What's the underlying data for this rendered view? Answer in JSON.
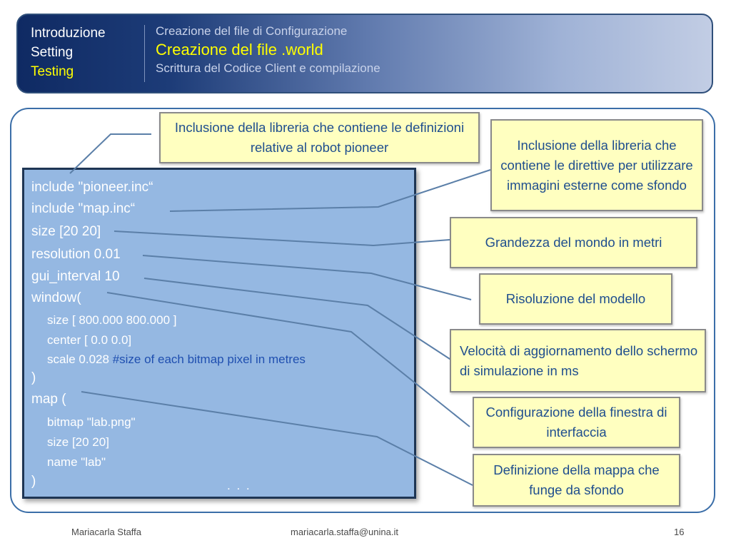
{
  "header": {
    "nav": [
      {
        "label": "Introduzione",
        "active": false
      },
      {
        "label": "Setting",
        "active": false
      },
      {
        "label": "Testing",
        "active": true
      }
    ],
    "subnav": [
      {
        "label": "Creazione del file di Configurazione",
        "active": false
      },
      {
        "label": "Creazione del file .world",
        "active": true
      },
      {
        "label": "Scrittura del Codice Client e compilazione",
        "active": false
      }
    ]
  },
  "code": {
    "lines": [
      "include \"pioneer.inc“",
      "include \"map.inc“",
      "size [20 20]",
      "resolution 0.01",
      "gui_interval 10",
      "window(",
      "size [ 800.000 800.000 ]",
      "center [ 0.0 0.0]",
      "scale 0.028 ",
      ")",
      "map (",
      "bitmap \"lab.png\"",
      "size [20 20]",
      "name \"lab\"",
      ")"
    ],
    "comment": "#size of each bitmap pixel in metres",
    "ellipsis": ". . ."
  },
  "callouts": {
    "pioneer": "Inclusione della libreria che contiene le definizioni relative al robot pioneer",
    "map": "Inclusione della libreria che contiene le direttive per utilizzare  immagini esterne come sfondo",
    "size": "Grandezza del mondo in metri",
    "resolution": "Risoluzione del modello",
    "gui": "Velocità di aggiornamento dello schermo di simulazione in ms",
    "window": "Configurazione della finestra di interfaccia",
    "mapdef": "Definizione della mappa che funge da sfondo"
  },
  "footer": {
    "author": "Mariacarla Staffa",
    "email": "mariacarla.staffa@unina.it",
    "page": "16"
  },
  "colors": {
    "header_dark": "#0f2a63",
    "active_text": "#ffff00",
    "code_bg": "#95b8e2",
    "callout_bg": "#ffffc0",
    "callout_text": "#1f4e8e",
    "connector": "#5b7fa8"
  }
}
